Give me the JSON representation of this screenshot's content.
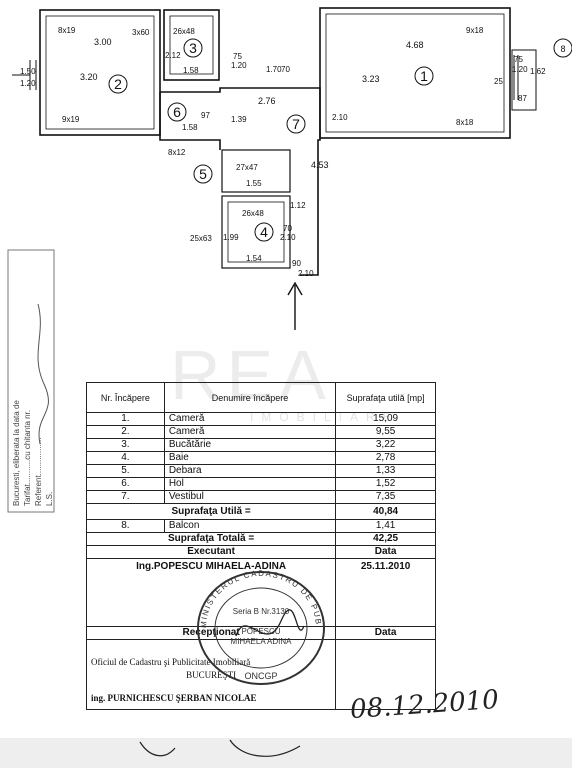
{
  "plan": {
    "rooms": [
      {
        "num": "1"
      },
      {
        "num": "2"
      },
      {
        "num": "3"
      },
      {
        "num": "4"
      },
      {
        "num": "5"
      },
      {
        "num": "6"
      },
      {
        "num": "7"
      },
      {
        "num": "8"
      }
    ],
    "dims": {
      "d_8x19_top": "8x19",
      "d_300": "3.00",
      "d_3x60": "3x60",
      "d_26x48_top": "26x48",
      "d_212": "2.12",
      "d_158_r3": "1.58",
      "d_75_120_a": "75",
      "d_75_120_b": "1.20",
      "d_170": "1.70",
      "d_70_a": "70",
      "d_468": "4.68",
      "d_9x18": "9x18",
      "d_75_r": "75",
      "d_120_r": "1.20",
      "d_150": "1.50",
      "d_120_l": "1.20",
      "d_320": "3.20",
      "d_323": "3.23",
      "d_9x19": "9x19",
      "d_276": "2.76",
      "d_139": "1.39",
      "d_158_h": "1.58",
      "d_97": "97",
      "d_8x12": "8x12",
      "d_87": "87",
      "d_8x18": "8x18",
      "d_27x47": "27x47",
      "d_155": "1.55",
      "d_453": "4.53",
      "d_112": "1.12",
      "d_26x48_mid": "26x48",
      "d_25x63": "25x63",
      "d_199": "1.99",
      "d_154": "1.54",
      "d_70_b": "70",
      "d_210_a": "2.10",
      "d_90": "90",
      "d_210_b": "2.10",
      "d_162": "1.62",
      "d_25": "25",
      "d_210_c": "2.10"
    }
  },
  "stub": {
    "lines": [
      "Bucuresti, eliberata la data de",
      "Tarifat...........cu chitanta nr.",
      "Referent.................",
      "L.S."
    ]
  },
  "table": {
    "header_nr": "Nr. Încăpere",
    "header_name": "Denumire încăpere",
    "header_area": "Suprafaţa utilă [mp]",
    "rows": [
      {
        "nr": "1.",
        "name": "Cameră",
        "area": "15,09"
      },
      {
        "nr": "2.",
        "name": "Cameră",
        "area": "9,55"
      },
      {
        "nr": "3.",
        "name": "Bucătărie",
        "area": "3,22"
      },
      {
        "nr": "4.",
        "name": "Baie",
        "area": "2,78"
      },
      {
        "nr": "5.",
        "name": "Debara",
        "area": "1,33"
      },
      {
        "nr": "6.",
        "name": "Hol",
        "area": "1,52"
      },
      {
        "nr": "7.",
        "name": "Vestibul",
        "area": "7,35"
      }
    ],
    "useful_label": "Suprafaţa Utilă =",
    "useful_value": "40,84",
    "balcony": {
      "nr": "8.",
      "name": "Balcon",
      "area": "1,41"
    },
    "total_label": "Suprafaţa Totală =",
    "total_value": "42,25",
    "executant_label": "Executant",
    "data_label": "Data",
    "executant_name": "Ing.POPESCU MIHAELA-ADINA",
    "executant_date": "25.11.2010",
    "receptionat_label": "Recepţionat",
    "data_label2": "Data",
    "office_line1": "Oficiul de Cadastru şi Publicitate Imobiliară",
    "office_line2": "BUCUREŞTI",
    "office_line3": "ing. PURNICHESCU ŞERBAN NICOLAE",
    "signed_date": "08.12.2010"
  },
  "stamp": {
    "ring_text": "MINISTERUL CADASTRU DE PUBLICITATE",
    "center_line1": "Seria B Nr.3130",
    "center_line2": "POPESCU",
    "center_line3": "MIHAELA ADINA",
    "bottom": "ONCGP"
  },
  "watermark": {
    "main": "REA",
    "sub": "IMOBILIARE"
  }
}
